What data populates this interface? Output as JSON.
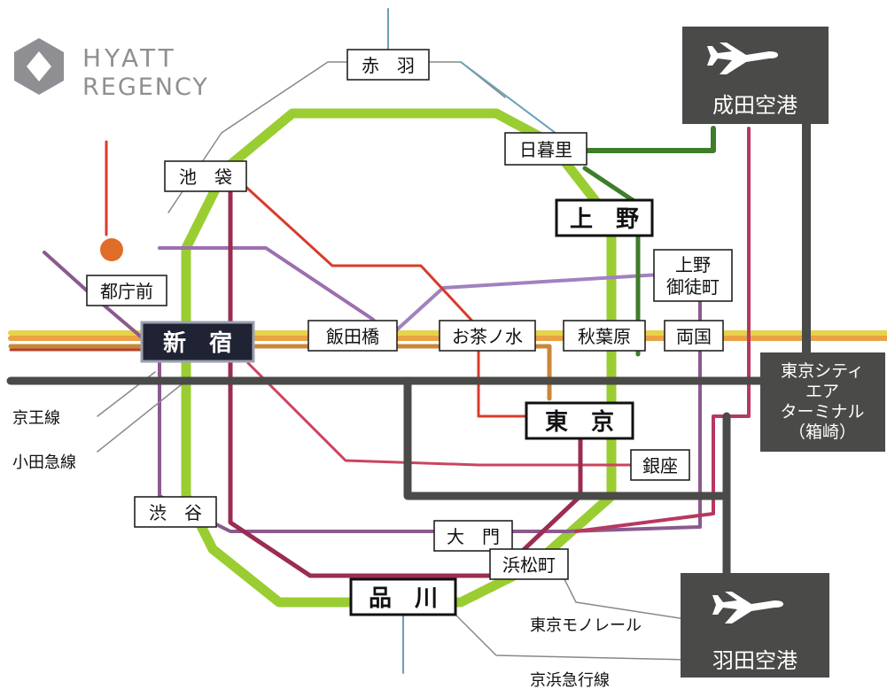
{
  "brand": {
    "line1": "HYATT",
    "line2": "REGENCY"
  },
  "stations": {
    "akabane": "赤　羽",
    "nippori": "日暮里",
    "ikebukuro": "池　袋",
    "ueno": "上　野",
    "ueno_okachimachi_1": "上野",
    "ueno_okachimachi_2": "御徒町",
    "tochomae": "都庁前",
    "shinjuku": "新　宿",
    "iidabashi": "飯田橋",
    "ochanomizu": "お茶ノ水",
    "akihabara": "秋葉原",
    "ryogoku": "両国",
    "tokyo": "東　京",
    "ginza": "銀座",
    "shibuya": "渋　谷",
    "daimon": "大　門",
    "hamamatsucho": "浜松町",
    "shinagawa": "品　川"
  },
  "airports": {
    "narita": "成田空港",
    "haneda": "羽田空港"
  },
  "terminal": {
    "line1": "東京シティ",
    "line2": "エア",
    "line3": "ターミナル",
    "line4": "（箱崎）"
  },
  "line_labels": {
    "keio": "京王線",
    "odakyu": "小田急線",
    "monorail": "東京モノレール",
    "keikyu": "京浜急行線"
  },
  "colors": {
    "yamanote": "#9acd32",
    "chuo": "#f0a020",
    "sobu": "#e8d24a",
    "tokyo_metro_gray": "#4a4a48",
    "marunouchi": "#d93b2b",
    "hibiya": "#9b9b9b",
    "oedo": "#c0446a",
    "tozai": "#8a70b0",
    "keisei": "#3f7d2a",
    "brand_gray": "#8f8f93"
  }
}
